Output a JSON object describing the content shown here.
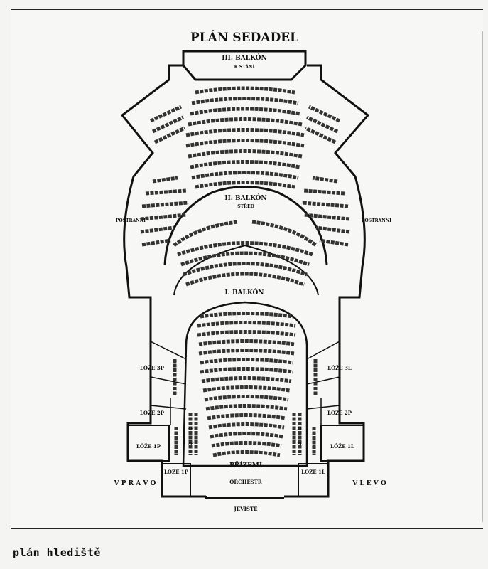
{
  "title": "PLÁN SEDADEL",
  "caption": "plán hlediště",
  "labels": {
    "balcony3": "III. BALKÓN",
    "standing": "K STÁNÍ",
    "balcony2": "II. BALKÓN",
    "balcony2_center": "STŘED",
    "side_left": "POSTRANNÍ",
    "side_right": "POSTRANNÍ",
    "balcony1": "I. BALKÓN",
    "box3p": "LÓŽE 3P",
    "box3l": "LÓŽE 3L",
    "box2p": "LÓŽE 2P",
    "box2l": "LÓŽE 2P",
    "box1p": "LÓŽE 1P",
    "box1l": "LÓŽE 1L",
    "box_low_p": "LÓŽE 1P",
    "box_low_l": "LÓŽE 1L",
    "stall_3p": "3P",
    "stall_2p": "2P",
    "stall_3l": "3L",
    "stall_2l": "2L",
    "ground": "PŘÍZEMÍ",
    "orchestra": "ORCHESTR",
    "right": "V P R A V O",
    "left": "V L E V O",
    "stage": "JEVIŠTĚ"
  }
}
